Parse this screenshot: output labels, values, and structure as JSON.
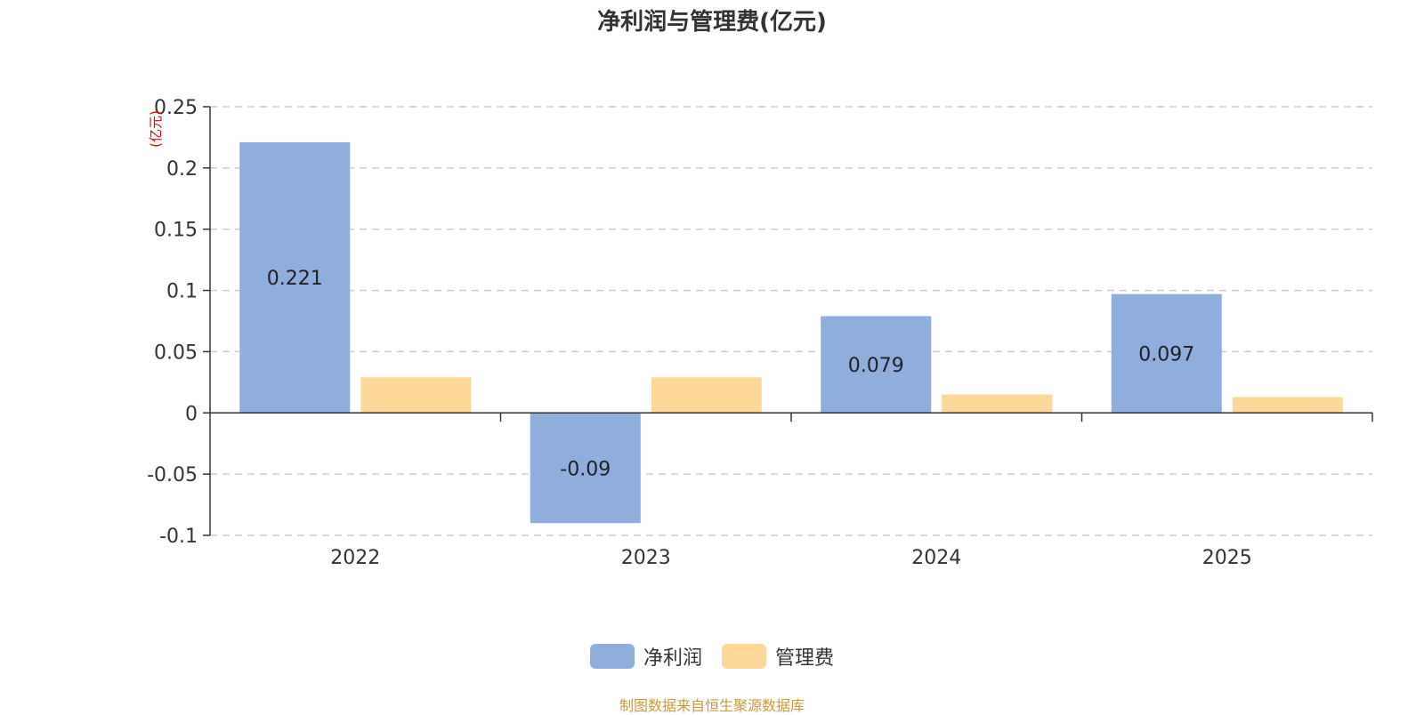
{
  "chart_data": {
    "type": "bar",
    "title": "净利润与管理费(亿元)",
    "ylabel": "(亿元)",
    "xlabel": "",
    "categories": [
      "2022",
      "2023",
      "2024",
      "2025"
    ],
    "ylim": [
      -0.1,
      0.25
    ],
    "yticks": [
      0.25,
      0.2,
      0.15,
      0.1,
      0.05,
      0,
      -0.05,
      -0.1
    ],
    "ytick_labels": [
      "0.25",
      "0.2",
      "0.15",
      "0.1",
      "0.05",
      "0",
      "-0.05",
      "-0.1"
    ],
    "grid": true,
    "legend_position": "bottom-center",
    "series": [
      {
        "name": "净利润",
        "color": "#8eaedb",
        "values": [
          0.221,
          -0.09,
          0.079,
          0.097
        ],
        "data_labels": [
          "0.221",
          "-0.09",
          "0.079",
          "0.097"
        ]
      },
      {
        "name": "管理费",
        "color": "#fdd898",
        "values": [
          0.029,
          0.029,
          0.015,
          0.013
        ]
      }
    ],
    "source_note": "制图数据来自恒生聚源数据库"
  }
}
